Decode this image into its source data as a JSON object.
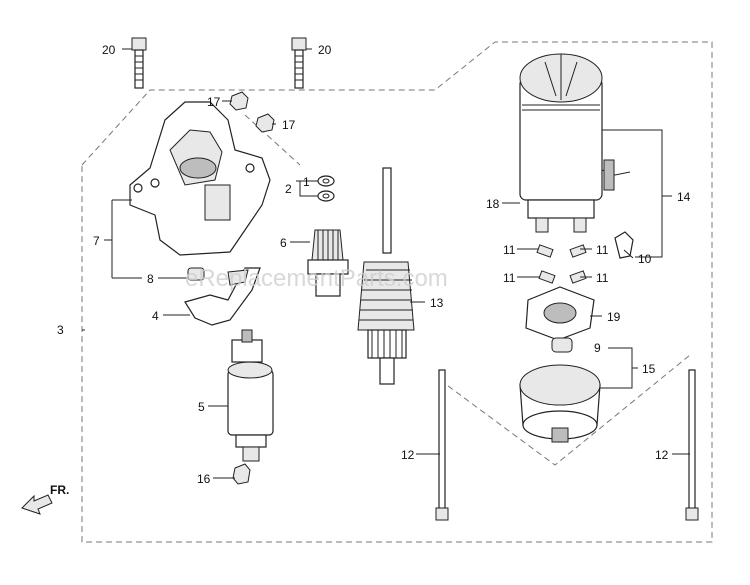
{
  "watermark": "eReplacementParts.com",
  "direction_label": "FR.",
  "callouts": {
    "c20a": "20",
    "c20b": "20",
    "c17a": "17",
    "c17b": "17",
    "c1": "1",
    "c2": "2",
    "c3": "3",
    "c4": "4",
    "c5": "5",
    "c6": "6",
    "c7": "7",
    "c8": "8",
    "c9": "9",
    "c10": "10",
    "c11a": "11",
    "c11b": "11",
    "c11c": "11",
    "c11d": "11",
    "c12a": "12",
    "c12b": "12",
    "c13": "13",
    "c14": "14",
    "c15": "15",
    "c16": "16",
    "c18": "18",
    "c19": "19"
  }
}
